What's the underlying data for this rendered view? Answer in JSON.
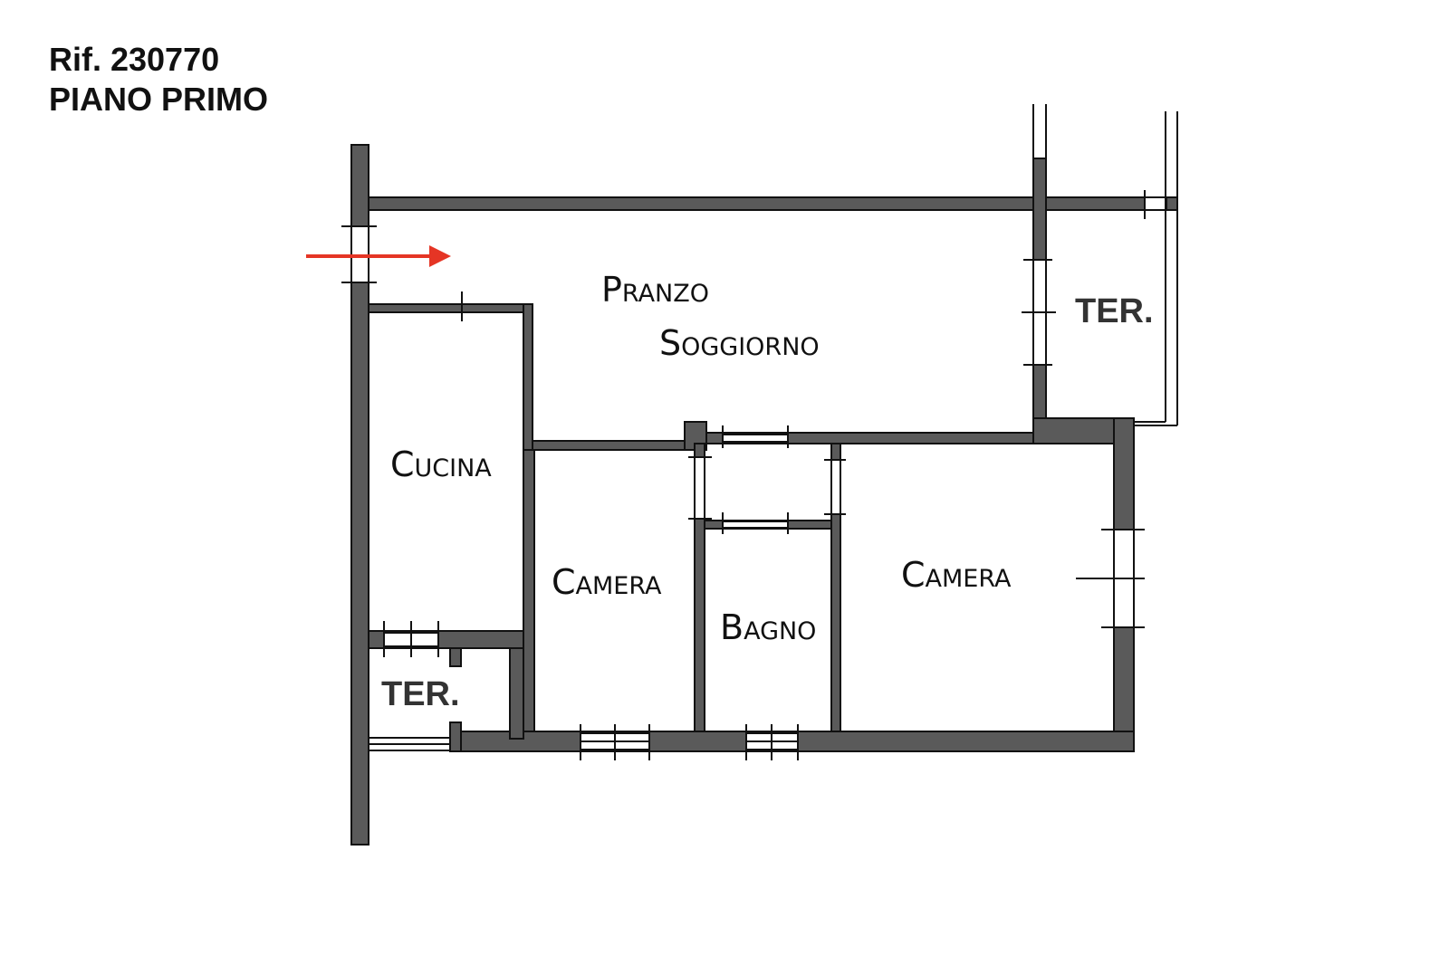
{
  "header": {
    "ref": "Rif. 230770",
    "floor": "PIANO PRIMO"
  },
  "rooms": {
    "pranzo": "Pranzo",
    "soggiorno": "Soggiorno",
    "cucina": "Cucina",
    "camera_1": "Camera",
    "bagno": "Bagno",
    "camera_2": "Camera",
    "terrace_1": "TER.",
    "terrace_2": "TER."
  },
  "colors": {
    "wall": "#5a5a5a",
    "entrance_arrow": "#e53525"
  }
}
